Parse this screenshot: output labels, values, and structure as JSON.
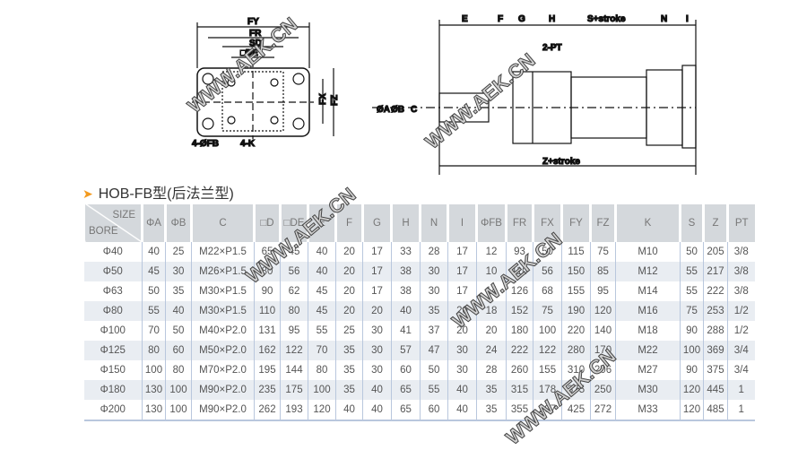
{
  "watermark": "WWW.AEK.CN",
  "drawing_labels": {
    "fy": "FY",
    "fr": "FR",
    "sd": "SD",
    "de": "□DE",
    "fx": "FX",
    "fz": "FZ",
    "fb": "4-ØFB",
    "k": "4-K",
    "e": "E",
    "f": "F",
    "g": "G",
    "h": "H",
    "s": "S+stroke",
    "n": "N",
    "i": "I",
    "pt": "2-PT",
    "a": "ØA",
    "b": "ØB",
    "c": "C",
    "z": "Z+stroke"
  },
  "title": "HOB-FB型(后法兰型)",
  "table": {
    "corner": {
      "size": "SIZE",
      "bore": "BORE"
    },
    "headers": [
      "ΦA",
      "ΦB",
      "C",
      "□D",
      "□DE",
      "E",
      "F",
      "G",
      "H",
      "N",
      "I",
      "ΦFB",
      "FR",
      "FX",
      "FY",
      "FZ",
      "K",
      "S",
      "Z",
      "PT"
    ],
    "rows": [
      [
        "Φ40",
        "40",
        "25",
        "M22×P1.5",
        "65",
        "45",
        "40",
        "20",
        "17",
        "33",
        "28",
        "17",
        "12",
        "93",
        "50",
        "115",
        "75",
        "M10",
        "50",
        "205",
        "3/8"
      ],
      [
        "Φ50",
        "45",
        "30",
        "M26×P1.5",
        "80",
        "56",
        "40",
        "20",
        "17",
        "38",
        "30",
        "17",
        "10",
        "110",
        "56",
        "150",
        "85",
        "M12",
        "55",
        "217",
        "3/8"
      ],
      [
        "Φ63",
        "50",
        "35",
        "M30×P1.5",
        "90",
        "62",
        "45",
        "20",
        "17",
        "38",
        "30",
        "17",
        "14",
        "126",
        "68",
        "155",
        "95",
        "M14",
        "55",
        "222",
        "3/8"
      ],
      [
        "Φ80",
        "55",
        "40",
        "M30×P1.5",
        "110",
        "80",
        "45",
        "20",
        "20",
        "40",
        "35",
        "20",
        "18",
        "152",
        "75",
        "190",
        "120",
        "M16",
        "75",
        "253",
        "1/2"
      ],
      [
        "Φ100",
        "70",
        "50",
        "M40×P2.0",
        "131",
        "95",
        "55",
        "25",
        "30",
        "41",
        "37",
        "20",
        "20",
        "180",
        "100",
        "220",
        "140",
        "M18",
        "90",
        "288",
        "1/2"
      ],
      [
        "Φ125",
        "80",
        "60",
        "M50×P2.0",
        "162",
        "122",
        "70",
        "35",
        "30",
        "57",
        "47",
        "30",
        "24",
        "222",
        "122",
        "280",
        "170",
        "M22",
        "100",
        "369",
        "3/4"
      ],
      [
        "Φ150",
        "100",
        "80",
        "M70×P2.0",
        "195",
        "144",
        "80",
        "35",
        "30",
        "60",
        "50",
        "30",
        "28",
        "260",
        "155",
        "310",
        "206",
        "M27",
        "90",
        "375",
        "3/4"
      ],
      [
        "Φ180",
        "130",
        "100",
        "M90×P2.0",
        "235",
        "175",
        "100",
        "35",
        "40",
        "65",
        "55",
        "40",
        "35",
        "315",
        "178",
        "375",
        "250",
        "M30",
        "120",
        "445",
        "1"
      ],
      [
        "Φ200",
        "130",
        "100",
        "M90×P2.0",
        "262",
        "193",
        "120",
        "40",
        "40",
        "65",
        "60",
        "40",
        "35",
        "355",
        "207",
        "425",
        "272",
        "M33",
        "120",
        "485",
        "1"
      ]
    ]
  }
}
